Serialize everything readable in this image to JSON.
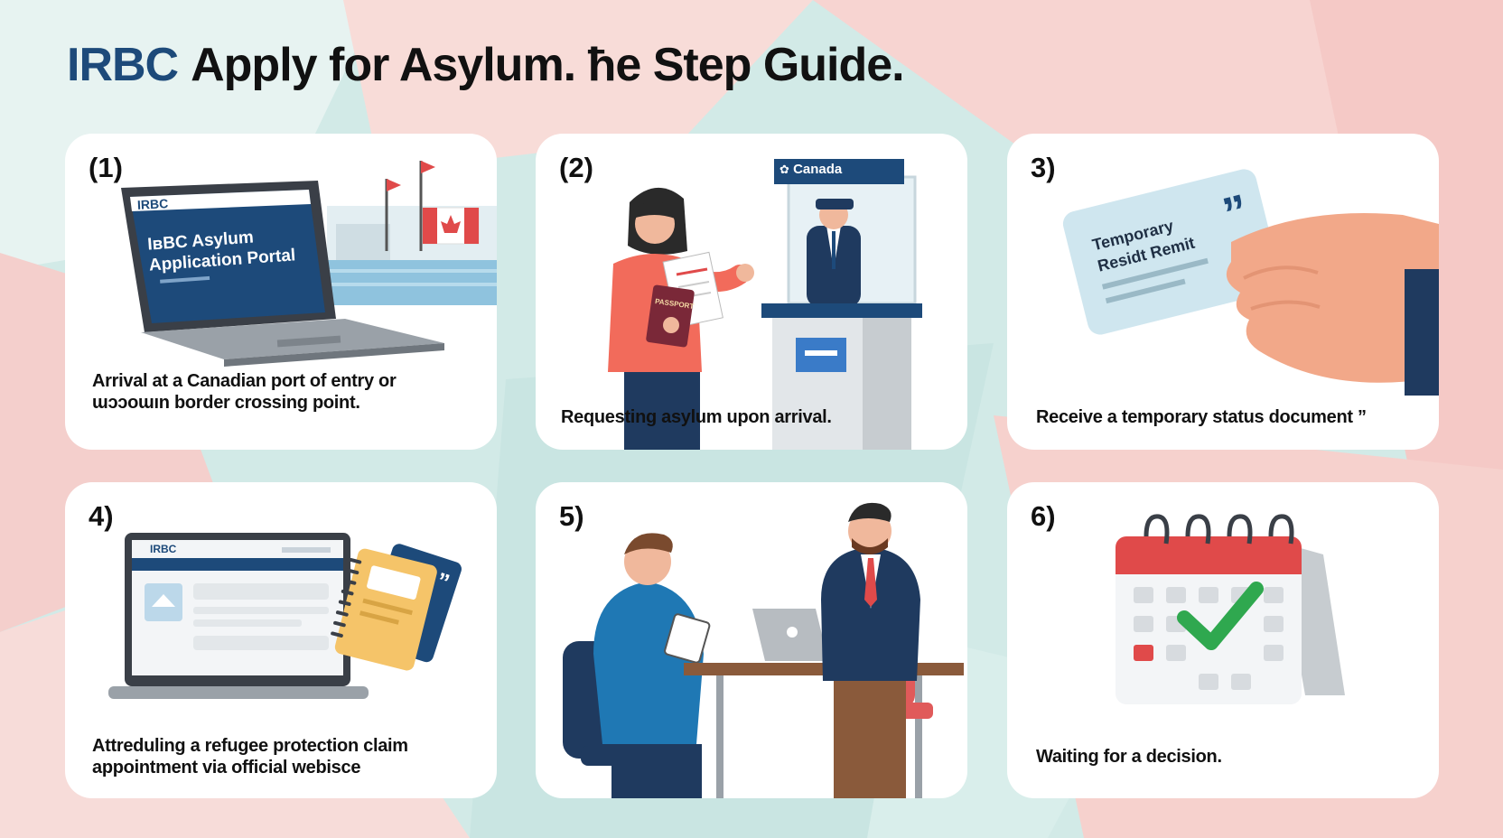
{
  "header": {
    "brand": "IRBC",
    "title": "Apply for Asylum. ħe Step Guide."
  },
  "colors": {
    "navy": "#1d4a7a",
    "red": "#e04a4a",
    "green": "#2fa84f",
    "salmon": "#f26b5b",
    "teal_bg": "#cfe8e6",
    "pink_bg": "#f6d3d0"
  },
  "steps": [
    {
      "number": "(1)",
      "caption_lines": [
        "Arrival at a Canadian port of entry or",
        "ɯɔɔoɯın border crossing point."
      ],
      "screen": {
        "brand": "IRBC",
        "title_line1": "IʙBC Asylum",
        "title_line2": "Application Portal"
      }
    },
    {
      "number": "(2)",
      "caption_lines": [
        "Requesting asylum upon arrival."
      ],
      "booth_sign": "Canada",
      "passport_label": "PASSPORT"
    },
    {
      "number": "3)",
      "caption_lines": [
        "Receive a temporary status document ”"
      ],
      "card_line1": "Temporary",
      "card_line2": "Residt Remit"
    },
    {
      "number": "4)",
      "caption_lines": [
        "Attreduling a refugee protection claim",
        "appointment via official webisce"
      ],
      "screen": {
        "brand": "IRBC"
      }
    },
    {
      "number": "5)",
      "caption_lines": []
    },
    {
      "number": "6)",
      "caption_lines": [
        "Waiting for a decision."
      ]
    }
  ]
}
